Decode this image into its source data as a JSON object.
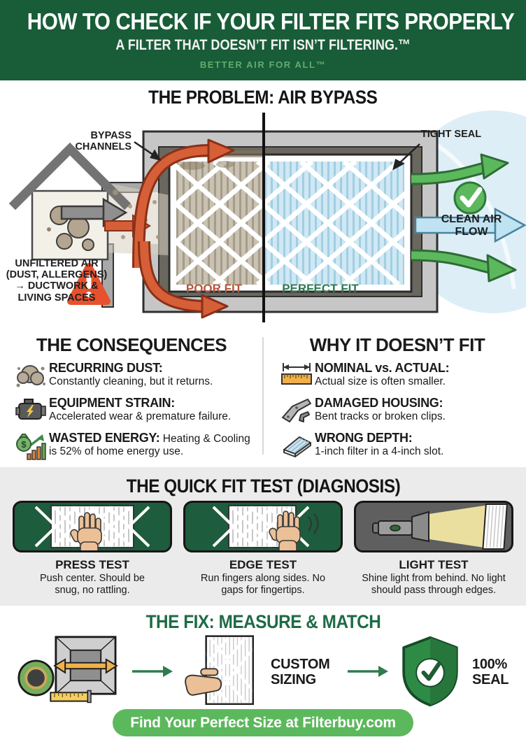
{
  "header": {
    "title": "HOW TO CHECK IF YOUR FILTER FITS PROPERLY",
    "subtitle": "A FILTER THAT DOESN’T FIT ISN’T FILTERING.™",
    "tagline": "BETTER AIR FOR ALL™"
  },
  "problem": {
    "title": "THE PROBLEM: AIR BYPASS",
    "bypass_label": "BYPASS CHANNELS",
    "tight_seal_label": "TIGHT SEAL",
    "unfiltered_label": "UNFILTERED AIR (DUST, ALLERGENS) → DUCTWORK & LIVING SPACES",
    "clean_air_label": "CLEAN AIR FLOW",
    "poor_fit_label": "POOR FIT",
    "perfect_fit_label": "PERFECT FIT"
  },
  "consequences": {
    "title": "THE CONSEQUENCES",
    "items": [
      {
        "icon": "dust-cloud-icon",
        "heading": "RECURRING DUST:",
        "body": "Constantly cleaning, but it returns."
      },
      {
        "icon": "engine-icon",
        "heading": "EQUIPMENT STRAIN:",
        "body": "Accelerated wear & premature failure."
      },
      {
        "icon": "wasted-energy-icon",
        "heading": "WASTED ENERGY:",
        "body": "Heating & Cooling is 52% of home energy use."
      }
    ]
  },
  "why": {
    "title": "WHY IT DOESN’T FIT",
    "items": [
      {
        "icon": "ruler-icon",
        "heading": "NOMINAL vs. ACTUAL:",
        "body": "Actual size is often smaller."
      },
      {
        "icon": "damaged-housing-icon",
        "heading": "DAMAGED HOUSING:",
        "body": "Bent tracks or broken clips."
      },
      {
        "icon": "wrong-depth-icon",
        "heading": "WRONG DEPTH:",
        "body": "1-inch filter in a 4-inch slot."
      }
    ]
  },
  "quick_test": {
    "title": "THE QUICK FIT TEST (DIAGNOSIS)",
    "tests": [
      {
        "icon": "press-test-icon",
        "name": "PRESS TEST",
        "desc": "Push center. Should be snug, no rattling."
      },
      {
        "icon": "edge-test-icon",
        "name": "EDGE TEST",
        "desc": "Run fingers along sides. No gaps for fingertips."
      },
      {
        "icon": "light-test-icon",
        "name": "LIGHT TEST",
        "desc": "Shine light from behind. No light should pass through edges."
      }
    ]
  },
  "fix": {
    "title": "THE FIX: MEASURE & MATCH",
    "custom_label": "CUSTOM SIZING",
    "seal_label": "100% SEAL",
    "cta": "Find Your Perfect Size at Filterbuy.com"
  },
  "colors": {
    "brand_green": "#185c38",
    "tagline_green": "#5fae6d",
    "cta_green": "#5cb85c",
    "poor_fit_rust": "#b5563a",
    "perfect_fit_green": "#2c7a52",
    "band_gray": "#ebebeb"
  }
}
